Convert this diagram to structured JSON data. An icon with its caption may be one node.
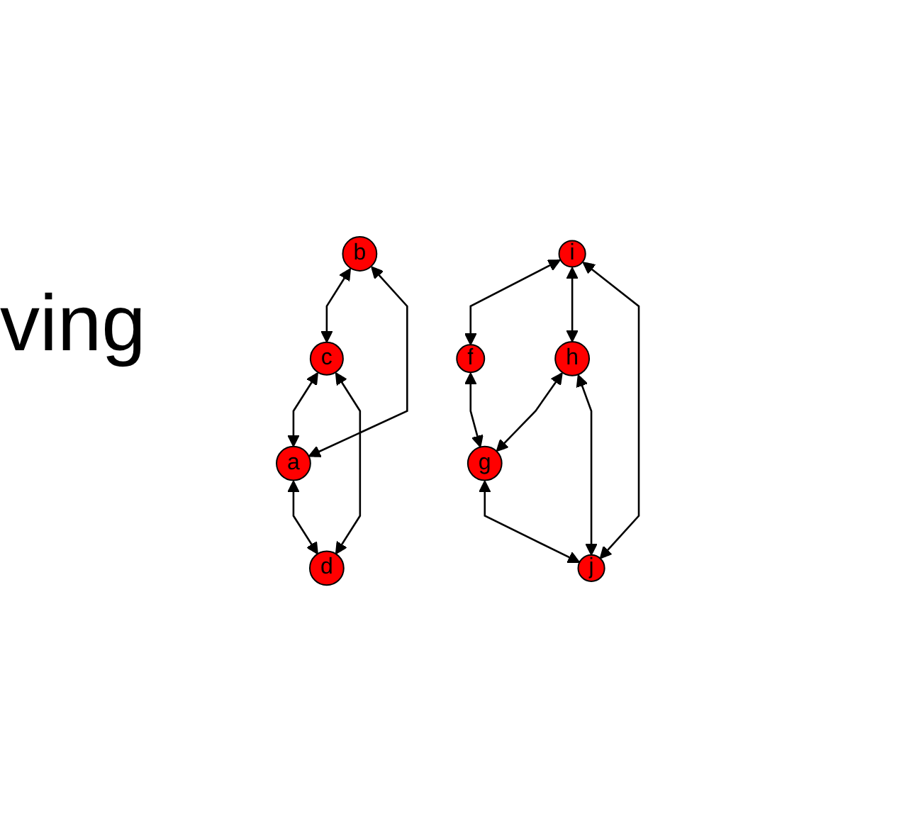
{
  "diagram": {
    "nodes": [
      {
        "text": [
          "f"
        ]
      },
      {
        "text": [
          "b"
        ]
      },
      {
        "text": [
          "a"
        ]
      },
      {
        "text": [
          "i"
        ]
      },
      {
        "text": [
          "c"
        ]
      },
      {
        "text": [
          "g"
        ]
      },
      {
        "text": [
          "d"
        ]
      },
      {
        "text": [
          "h"
        ]
      },
      {
        "text": [
          "j"
        ]
      }
    ],
    "edges": [
      {
        "from": 3,
        "to": 0,
        "arrow": "both"
      },
      {
        "from": 0,
        "to": 5,
        "arrow": "both"
      },
      {
        "from": 3,
        "to": 7,
        "arrow": "both"
      },
      {
        "from": 3,
        "to": 8,
        "arrow": "both"
      },
      {
        "from": 7,
        "to": 5,
        "arrow": "both"
      },
      {
        "from": 7,
        "to": 8,
        "arrow": "both"
      },
      {
        "from": 5,
        "to": 8,
        "arrow": "both"
      },
      {
        "from": 1,
        "to": 4,
        "arrow": "both"
      },
      {
        "from": 1,
        "to": 2,
        "arrow": "both"
      },
      {
        "from": 4,
        "to": 2,
        "arrow": "both"
      },
      {
        "from": 4,
        "to": 6,
        "arrow": "both"
      },
      {
        "from": 2,
        "to": 6,
        "arrow": "both"
      }
    ],
    "labels": [
      "ving"
    ]
  }
}
